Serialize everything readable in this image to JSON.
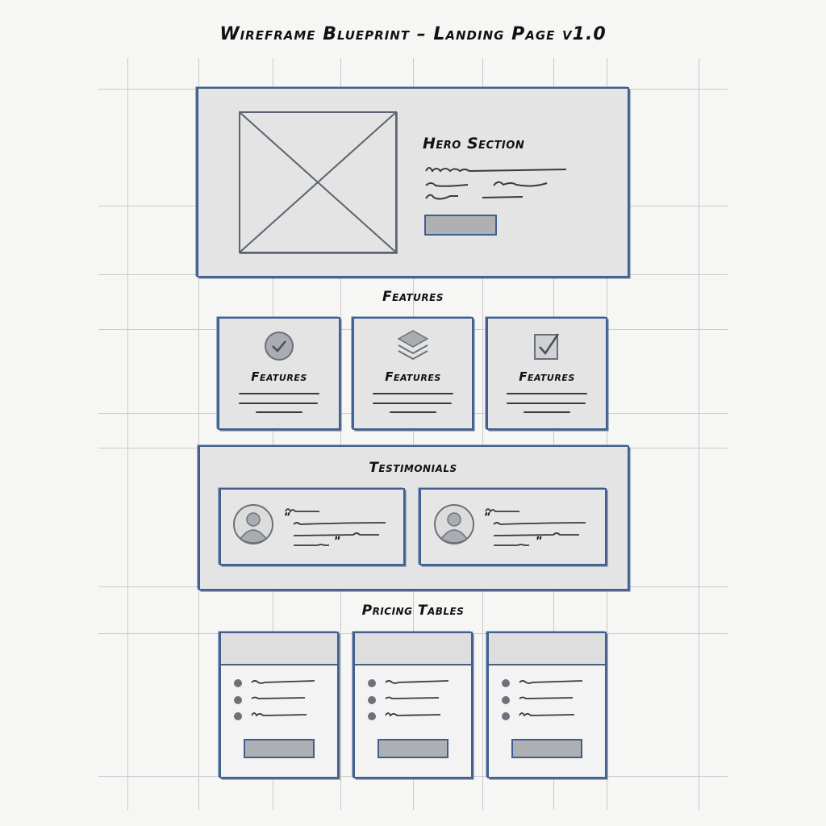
{
  "title": "Wireframe Blueprint – Landing Page v1.0",
  "colors": {
    "paper": "#f6f6f5",
    "grid": "#c9c9c9",
    "sketch_blue": "#3f5f8f",
    "fill_gray": "#e4e4e4",
    "placeholder_gray": "#aeb0b3",
    "ink": "#111111"
  },
  "hero": {
    "heading": "Hero Section",
    "image_placeholder": "image-placeholder-x",
    "text_lines": 3,
    "cta_button": "cta-placeholder"
  },
  "features": {
    "heading": "Features",
    "cards": [
      {
        "icon": "check-circle-icon",
        "label": "Features",
        "text_lines": 3
      },
      {
        "icon": "layers-icon",
        "label": "Features",
        "text_lines": 3
      },
      {
        "icon": "checkbox-icon",
        "label": "Features",
        "text_lines": 3
      }
    ]
  },
  "testimonials": {
    "heading": "Testimonials",
    "cards": [
      {
        "icon": "user-avatar-icon",
        "open_quote": "“",
        "close_quote": "”"
      },
      {
        "icon": "user-avatar-icon",
        "open_quote": "“",
        "close_quote": "”"
      }
    ]
  },
  "pricing": {
    "heading": "Pricing Tables",
    "cards": [
      {
        "bullets": 3,
        "button": "plan-button-placeholder"
      },
      {
        "bullets": 3,
        "button": "plan-button-placeholder"
      },
      {
        "bullets": 3,
        "button": "plan-button-placeholder"
      }
    ]
  }
}
